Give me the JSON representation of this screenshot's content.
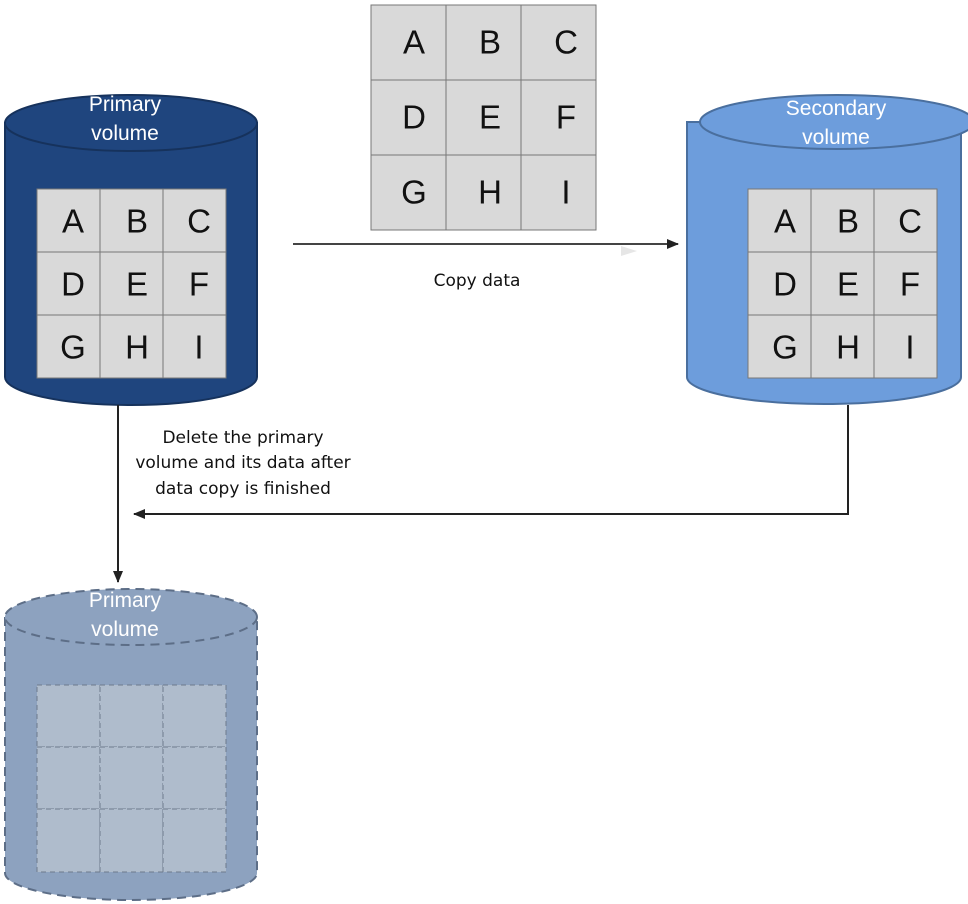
{
  "primary_volume": {
    "label_line1": "Primary",
    "label_line2": "volume",
    "cells": [
      "A",
      "B",
      "C",
      "D",
      "E",
      "F",
      "G",
      "H",
      "I"
    ]
  },
  "secondary_volume": {
    "label_line1": "Secondary",
    "label_line2": "volume",
    "cells": [
      "A",
      "B",
      "C",
      "D",
      "E",
      "F",
      "G",
      "H",
      "I"
    ]
  },
  "copied_data": {
    "cells": [
      "A",
      "B",
      "C",
      "D",
      "E",
      "F",
      "G",
      "H",
      "I"
    ]
  },
  "deleted_volume": {
    "label_line1": "Primary",
    "label_line2": "volume"
  },
  "copy_arrow": {
    "label": "Copy data"
  },
  "delete_note": {
    "line1": "Delete the primary",
    "line2": "volume and its data after",
    "line3": "data copy is finished"
  },
  "colors": {
    "primary_fill": "#1f457e",
    "primary_stroke": "#16325c",
    "secondary_fill": "#6d9ddc",
    "secondary_stroke": "#4a6f9e",
    "deleted_fill": "#8da2bf",
    "deleted_stroke": "#5d6e87",
    "cell_fill": "#d9d9d9",
    "deleted_cell_fill": "#afbccc"
  }
}
